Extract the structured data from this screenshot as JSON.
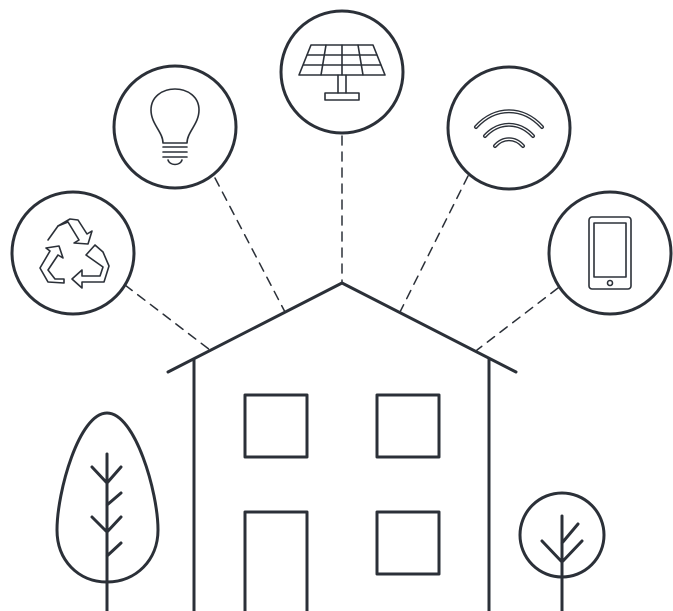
{
  "colors": {
    "ink": "#2b3038",
    "background": "#ffffff"
  },
  "icons": [
    {
      "id": "recycle",
      "name": "recycle-icon"
    },
    {
      "id": "bulb",
      "name": "light-bulb-icon"
    },
    {
      "id": "solar",
      "name": "solar-panel-icon"
    },
    {
      "id": "wifi",
      "name": "wifi-icon"
    },
    {
      "id": "tablet",
      "name": "tablet-icon"
    }
  ]
}
